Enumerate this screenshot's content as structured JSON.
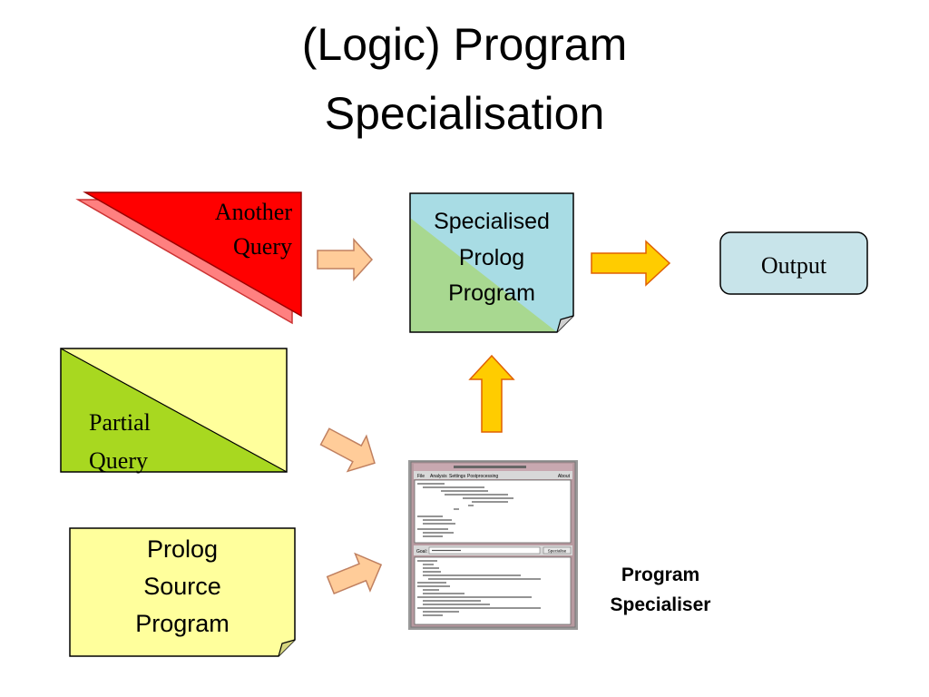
{
  "title": {
    "line1": "(Logic) Program",
    "line2": "Specialisation"
  },
  "another_query": {
    "line1": "Another",
    "line2": "Query"
  },
  "specialised_program": {
    "line1": "Specialised",
    "line2": "Prolog",
    "line3": "Program"
  },
  "output": {
    "label": "Output"
  },
  "partial_query": {
    "line1": "Partial",
    "line2": "Query"
  },
  "source_program": {
    "line1": "Prolog",
    "line2": "Source",
    "line3": "Program"
  },
  "specialiser": {
    "label_line1": "Program",
    "label_line2": "Specialiser",
    "window": {
      "menu": [
        "File",
        "Analysis",
        "Settings",
        "Postprocessing"
      ],
      "menu_right": "About",
      "goal_label": "Goal:",
      "button": "Specialise"
    }
  },
  "colors": {
    "red": "#ff0000",
    "pink_shadow": "#ff8080",
    "light_blue": "#a8dce4",
    "light_green": "#a8d890",
    "light_yellow": "#ffff9c",
    "lime_green": "#a8d820",
    "salmon_arrow": "#ffcc99",
    "gold_arrow": "#ffcc00",
    "output_box": "#c8e4ea"
  }
}
